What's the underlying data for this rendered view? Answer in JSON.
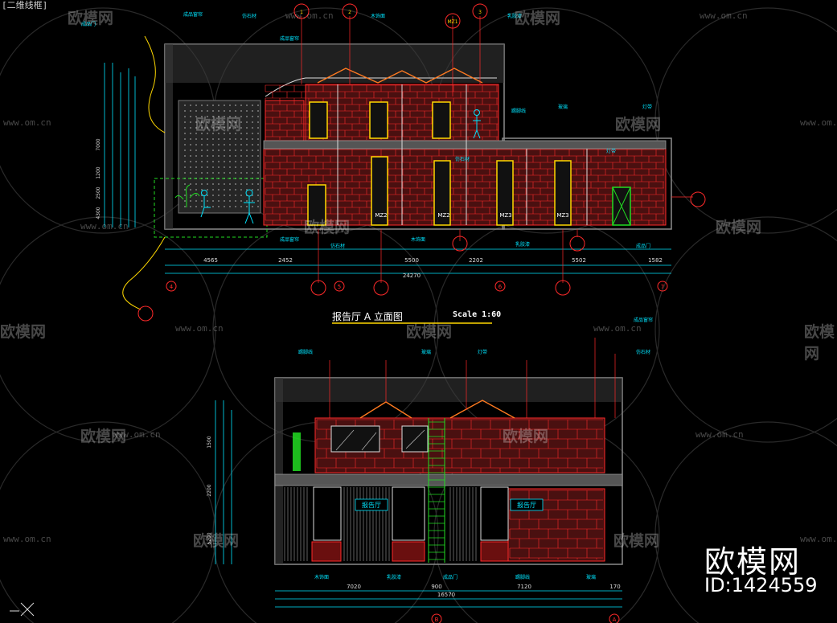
{
  "window": {
    "view_label": "[二维线框]"
  },
  "watermark": {
    "brand": "欧模网",
    "url": "www.om.cn",
    "brand_large": "欧模网",
    "id_label": "ID:1424559"
  },
  "drawing": {
    "title": "报告厅 A 立面图",
    "scale": "Scale 1:60",
    "colors": {
      "background": "#000000",
      "red": "#ff2a2a",
      "green": "#22dd22",
      "cyan": "#00e5ff",
      "yellow": "#ffd800",
      "white": "#ffffff",
      "gray": "#8c8c8c"
    },
    "upper_dims": [
      "4565",
      "2452",
      "5500",
      "2202",
      "5502",
      "1582",
      "24270"
    ],
    "upper_axes": [
      "4",
      "5",
      "6",
      "7"
    ],
    "upper_callouts": [
      "1",
      "2",
      "MZ1",
      "3"
    ],
    "upper_door_tags": [
      "MZ2",
      "MZ2",
      "MZ3",
      "MZ3"
    ],
    "upper_side_dims": [
      "7000",
      "1200",
      "2500",
      "4300"
    ],
    "lower_dims": [
      "7020",
      "900",
      "7120",
      "170",
      "16570"
    ],
    "lower_axes": [
      "B",
      "A"
    ],
    "lower_side_dims": [
      "1500",
      "2200",
      "5200"
    ],
    "lower_sign_left": "报告厅",
    "lower_sign_right": "报告厅",
    "cad_notes": [
      "成品窗帘",
      "仿石材",
      "木饰面",
      "乳胶漆",
      "成品门",
      "踢脚线",
      "玻璃",
      "灯带"
    ]
  }
}
